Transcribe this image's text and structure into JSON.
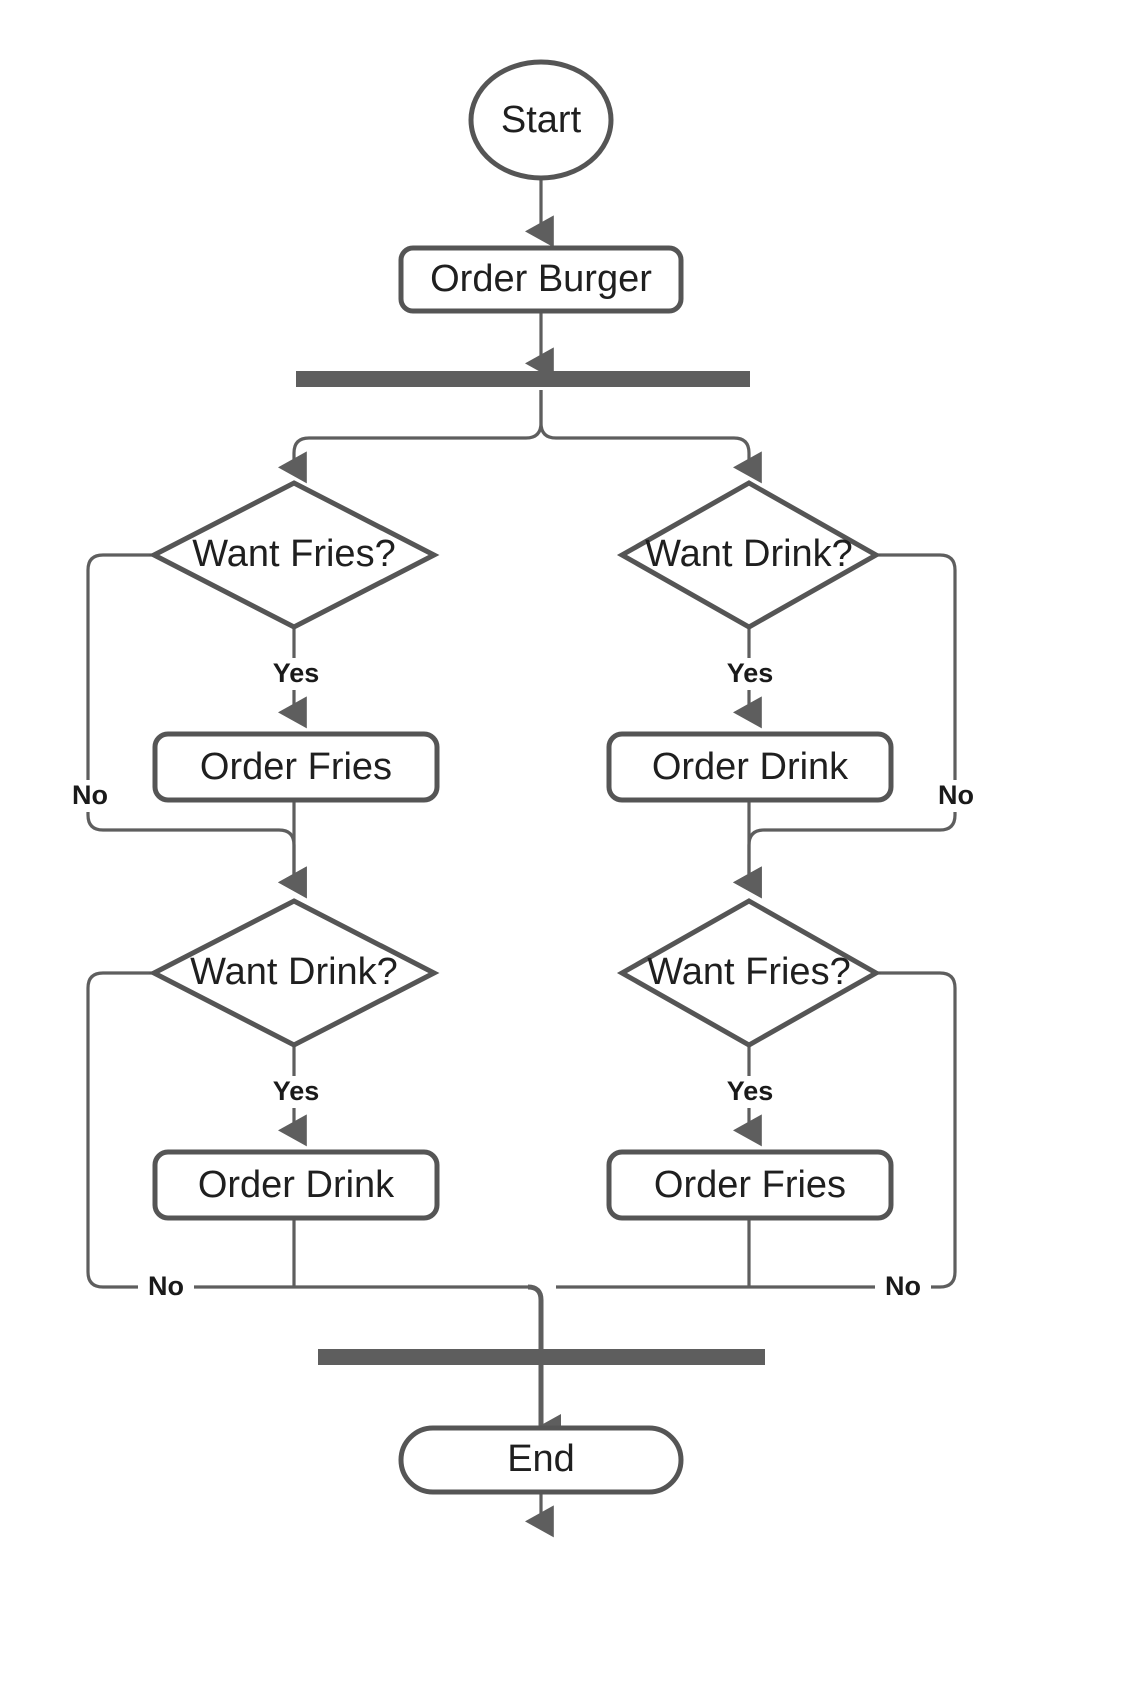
{
  "diagram": {
    "type": "flowchart",
    "title": "Order Burger flowchart",
    "direction": "top-down",
    "colors": {
      "node_stroke": "#555555",
      "node_fill": "#ffffff",
      "edge_stroke": "#5e5e5e",
      "bar_fill": "#5e5e5e",
      "text": "#1f1f1f",
      "background": "#ffffff"
    },
    "nodes": {
      "start": {
        "label": "Start",
        "shape": "ellipse"
      },
      "order_burger": {
        "label": "Order Burger",
        "shape": "rounded-rect"
      },
      "fork": {
        "label": "",
        "shape": "bar"
      },
      "want_fries_left": {
        "label": "Want Fries?",
        "shape": "diamond"
      },
      "want_drink_right": {
        "label": "Want Drink?",
        "shape": "diamond"
      },
      "order_fries_left": {
        "label": "Order Fries",
        "shape": "rounded-rect"
      },
      "order_drink_right": {
        "label": "Order Drink",
        "shape": "rounded-rect"
      },
      "want_drink_left": {
        "label": "Want Drink?",
        "shape": "diamond"
      },
      "want_fries_right": {
        "label": "Want Fries?",
        "shape": "diamond"
      },
      "order_drink_left": {
        "label": "Order Drink",
        "shape": "rounded-rect"
      },
      "order_fries_right": {
        "label": "Order Fries",
        "shape": "rounded-rect"
      },
      "join": {
        "label": "",
        "shape": "bar"
      },
      "end": {
        "label": "End",
        "shape": "stadium"
      }
    },
    "edge_labels": {
      "fries_left_yes": "Yes",
      "fries_left_no": "No",
      "drink_right_yes": "Yes",
      "drink_right_no": "No",
      "drink_left_yes": "Yes",
      "drink_left_no": "No",
      "fries_right_yes": "Yes",
      "fries_right_no": "No"
    }
  }
}
